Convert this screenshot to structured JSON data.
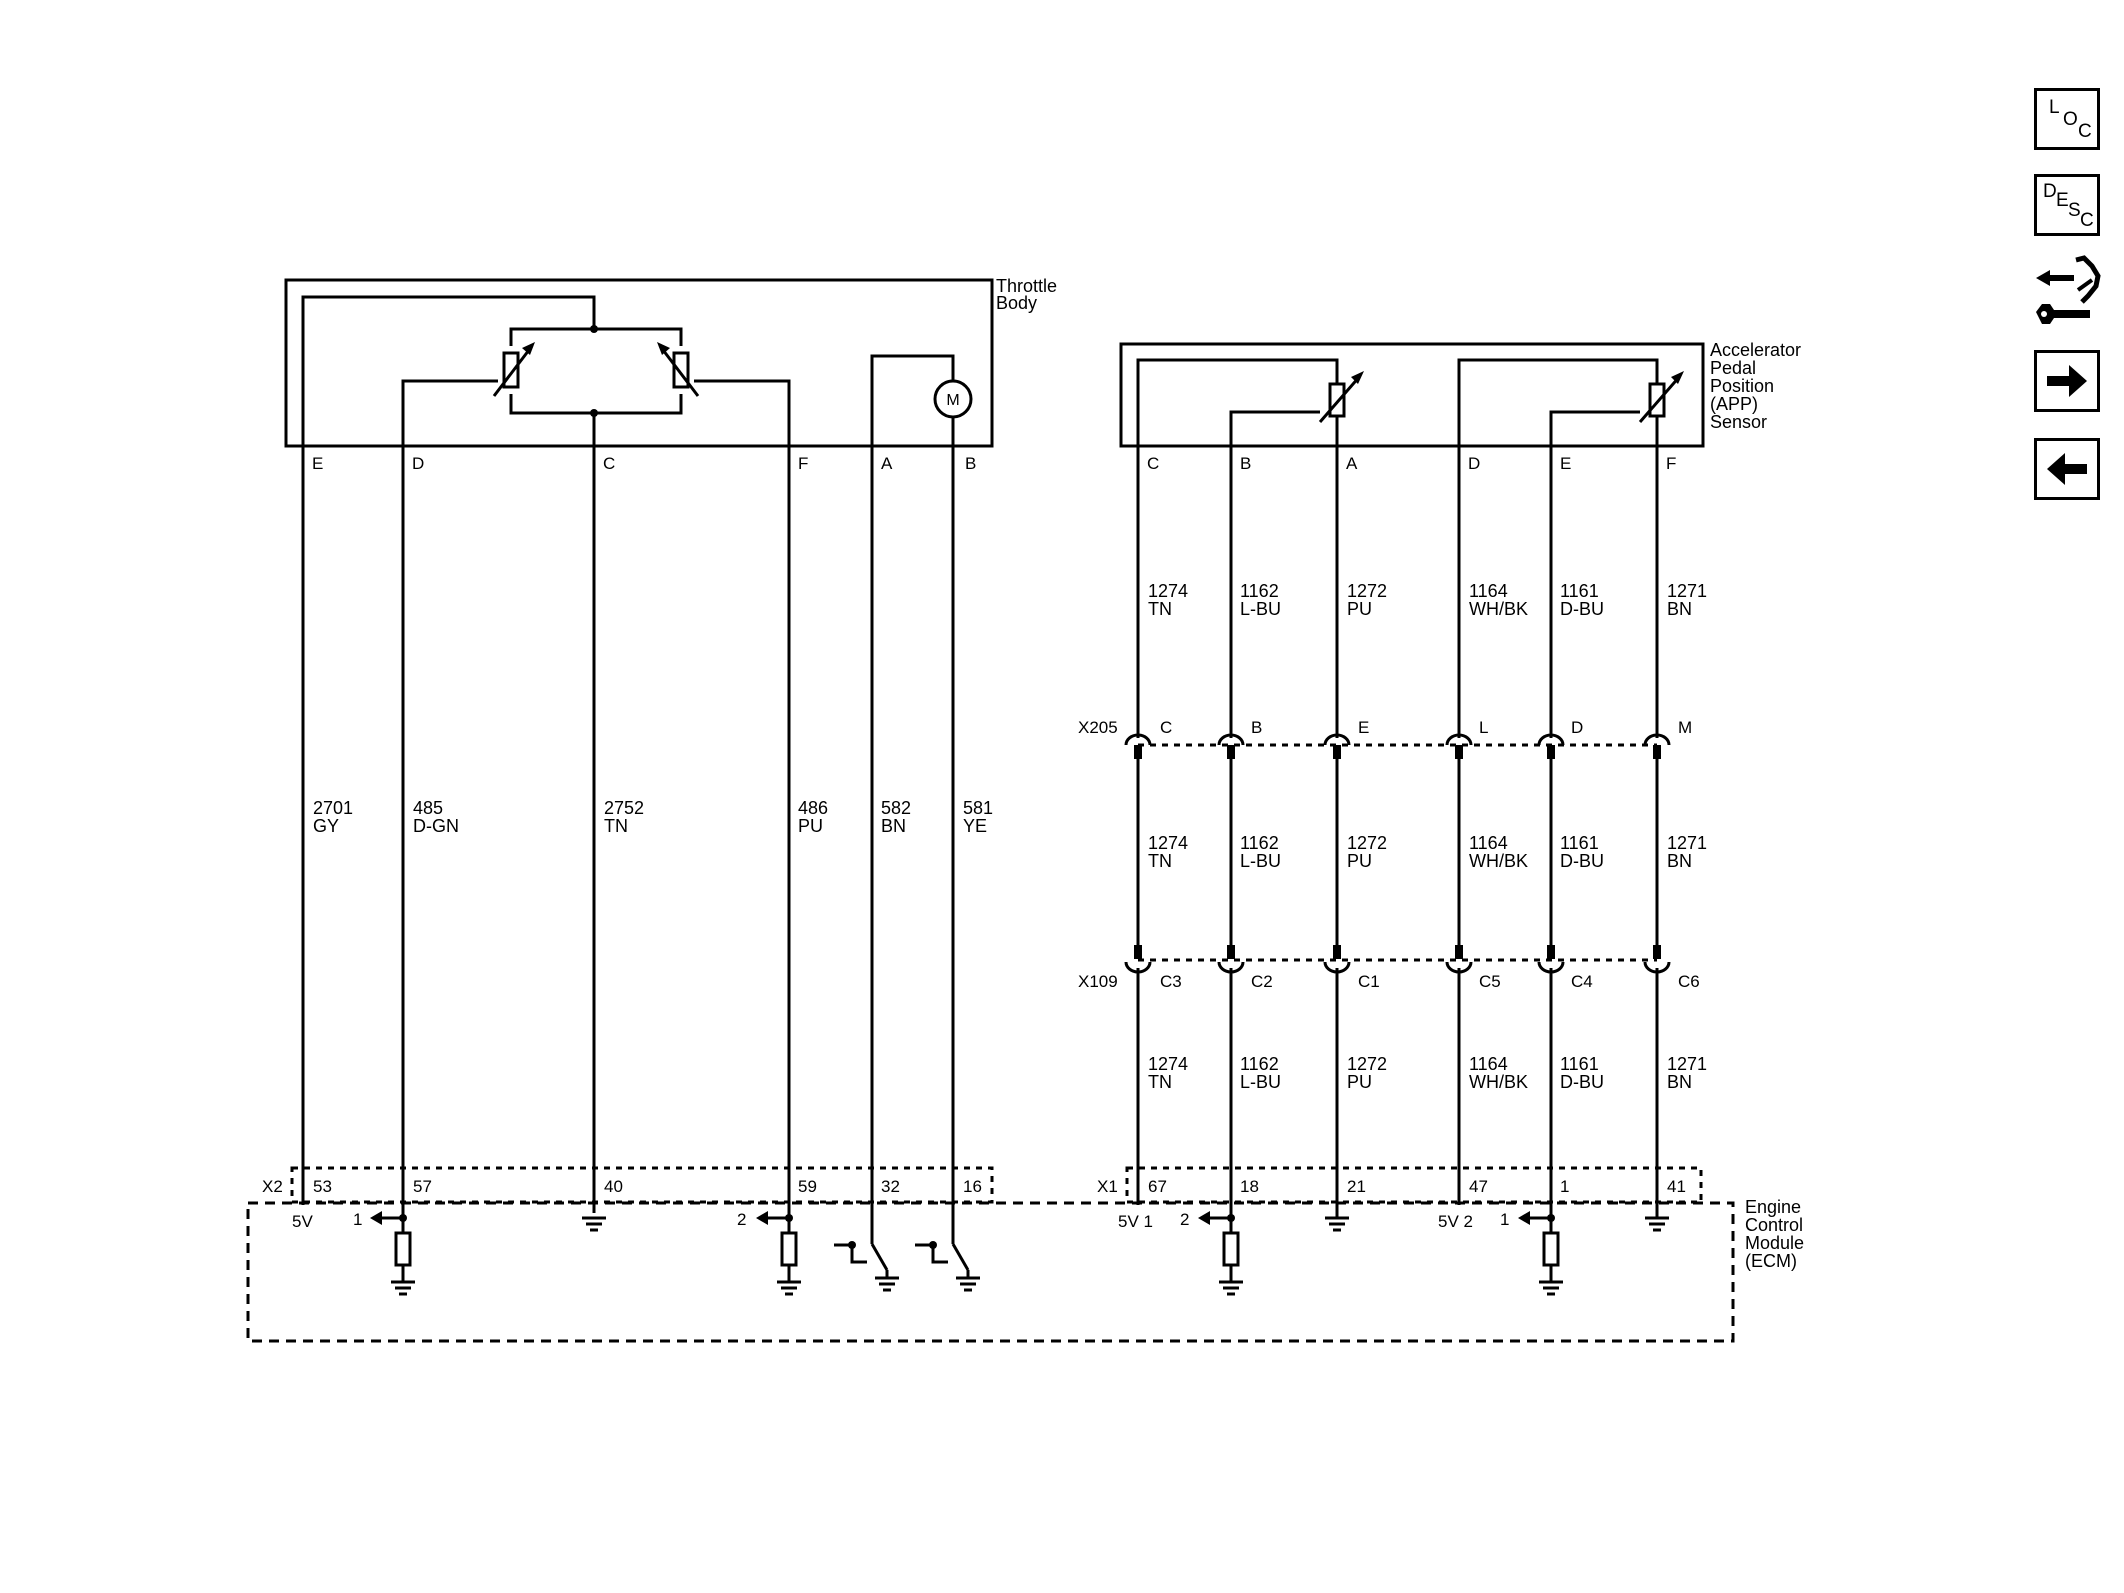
{
  "throttle_body": {
    "title_line1": "Throttle",
    "title_line2": "Body",
    "pins": [
      "E",
      "D",
      "C",
      "F",
      "A",
      "B"
    ],
    "motor_label": "M",
    "circuits": [
      {
        "num": "2701",
        "color": "GY"
      },
      {
        "num": "485",
        "color": "D-GN"
      },
      {
        "num": "2752",
        "color": "TN"
      },
      {
        "num": "486",
        "color": "PU"
      },
      {
        "num": "582",
        "color": "BN"
      },
      {
        "num": "581",
        "color": "YE"
      }
    ],
    "ecm_connector": "X2",
    "ecm_pins": [
      "53",
      "57",
      "40",
      "59",
      "32",
      "16"
    ],
    "ecm_labels": {
      "ref": "5V",
      "sig1": "1",
      "sig2": "2"
    }
  },
  "app_sensor": {
    "title_lines": [
      "Accelerator",
      "Pedal",
      "Position",
      "(APP)",
      "Sensor"
    ],
    "pins": [
      "C",
      "B",
      "A",
      "D",
      "E",
      "F"
    ],
    "circuits": [
      {
        "num": "1274",
        "color": "TN"
      },
      {
        "num": "1162",
        "color": "L-BU"
      },
      {
        "num": "1272",
        "color": "PU"
      },
      {
        "num": "1164",
        "color": "WH/BK"
      },
      {
        "num": "1161",
        "color": "D-BU"
      },
      {
        "num": "1271",
        "color": "BN"
      }
    ],
    "x205": {
      "name": "X205",
      "pins": [
        "C",
        "B",
        "E",
        "L",
        "D",
        "M"
      ]
    },
    "x109": {
      "name": "X109",
      "pins": [
        "C3",
        "C2",
        "C1",
        "C5",
        "C4",
        "C6"
      ]
    },
    "ecm_connector": "X1",
    "ecm_pins": [
      "67",
      "18",
      "21",
      "47",
      "1",
      "41"
    ],
    "ecm_labels": {
      "ref1": "5V 1",
      "ref2": "5V 2",
      "sig2": "2",
      "sig1": "1"
    }
  },
  "ecm": {
    "title_lines": [
      "Engine",
      "Control",
      "Module",
      "(ECM)"
    ]
  },
  "nav": {
    "loc": {
      "c1": "L",
      "c2": "O",
      "c3": "C"
    },
    "desc": {
      "c1": "D",
      "c2": "E",
      "c3": "S",
      "c4": "C"
    }
  }
}
